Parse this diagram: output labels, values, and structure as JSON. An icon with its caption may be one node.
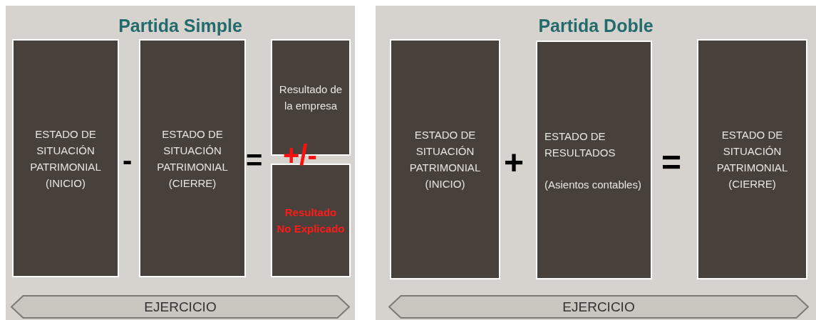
{
  "diagram": {
    "nodes": [
      {
        "text": [
          "Partida Simple"
        ]
      },
      {
        "text": [
          "ESTADO DE SITUACIÓN PATRIMONIAL (INICIO)"
        ],
        "in": 0
      },
      {
        "text": [
          "ESTADO DE SITUACIÓN PATRIMONIAL (CIERRE)"
        ],
        "in": 0
      },
      {
        "text": [
          "Resultado de la empresa"
        ],
        "in": 0
      },
      {
        "text": [
          "Resultado No Explicado"
        ],
        "in": 0
      },
      {
        "text": [
          "EJERCICIO"
        ],
        "in": 0
      },
      {
        "text": [
          "Partida Doble"
        ]
      },
      {
        "text": [
          "ESTADO DE SITUACIÓN PATRIMONIAL (INICIO)"
        ],
        "in": 6
      },
      {
        "text": [
          "ESTADO DE RESULTADOS",
          "(Asientos contables)"
        ],
        "in": 6
      },
      {
        "text": [
          "ESTADO DE SITUACIÓN PATRIMONIAL (CIERRE)"
        ],
        "in": 6
      },
      {
        "text": [
          "EJERCICIO"
        ],
        "in": 6
      }
    ],
    "labels": [
      "-",
      "=",
      "+/-",
      "+",
      "="
    ]
  }
}
